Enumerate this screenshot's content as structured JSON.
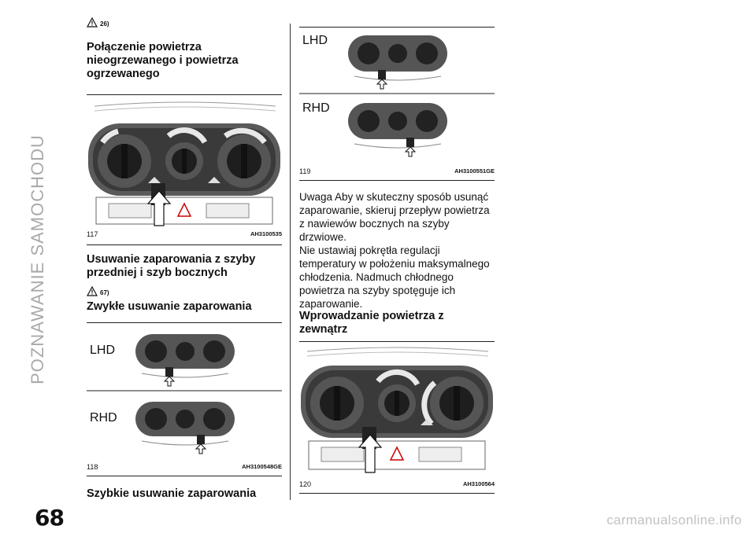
{
  "sidebar": {
    "title": "POZNAWANIE SAMOCHODU"
  },
  "page": {
    "number": "68"
  },
  "left": {
    "warn1": "26)",
    "heading1": "Połączenie powietrza nieogrzewanego i powietrza ogrzewanego",
    "fig117": {
      "num": "117",
      "code": "AH3100535"
    },
    "heading2": "Usuwanie zaparowania z szyby przedniej i szyb bocznych",
    "warn2": "67)",
    "heading3": "Zwykłe usuwanie zaparowania",
    "fig118": {
      "num": "118",
      "code": "AH3100548GE",
      "lhd": "LHD",
      "rhd": "RHD"
    },
    "heading4": "Szybkie usuwanie zaparowania"
  },
  "right": {
    "fig119": {
      "num": "119",
      "code": "AH3100551GE",
      "lhd": "LHD",
      "rhd": "RHD"
    },
    "para1": "Uwaga Aby w skuteczny sposób usunąć zaparowanie, skieruj przepływ powietrza z nawiewów bocznych na szyby drzwiowe.",
    "para2": "Nie ustawiaj pokrętła regulacji temperatury w położeniu maksymalnego chłodzenia. Nadmuch chłodnego powietrza na szyby spotęguje ich zaparowanie.",
    "heading5": "Wprowadzanie powietrza z zewnątrz",
    "fig120": {
      "num": "120",
      "code": "AH3100564"
    }
  },
  "watermark": "carmanualsonline.info"
}
